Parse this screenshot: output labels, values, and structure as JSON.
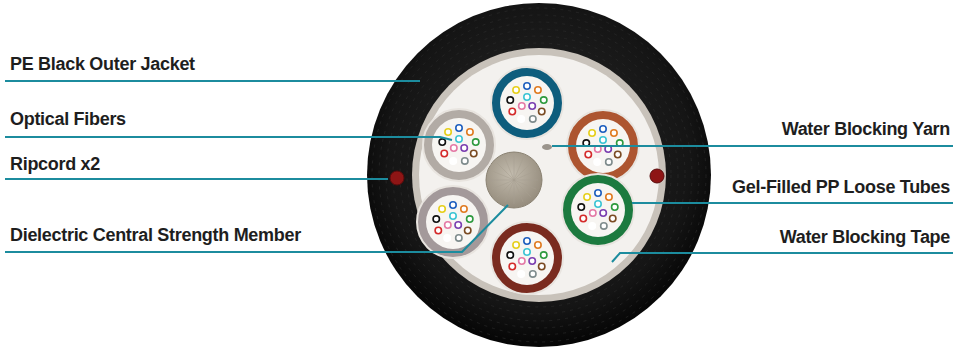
{
  "diagram": {
    "labels": [
      "PE Black Outer Jacket",
      "Optical Fibers",
      "Ripcord x2",
      "Dielectric Central Strength Member",
      "Water Blocking Yarn",
      "Gel-Filled PP Loose Tubes",
      "Water Blocking Tape"
    ]
  }
}
